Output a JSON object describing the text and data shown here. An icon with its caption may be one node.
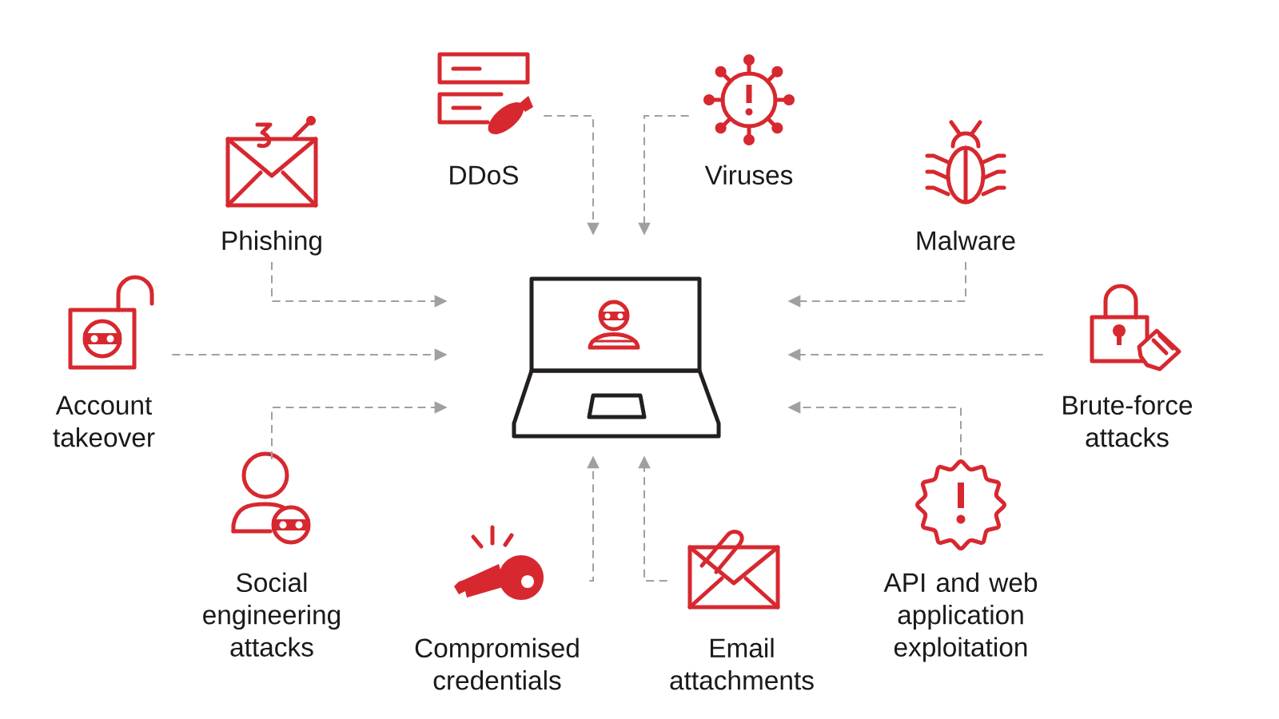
{
  "diagram": {
    "nodes": [
      {
        "text": [],
        "shape": "picture"
      },
      {
        "text": [
          "DDoS"
        ]
      },
      {
        "text": [
          "Viruses"
        ]
      },
      {
        "text": [
          "Phishing"
        ]
      },
      {
        "text": [
          "Malware"
        ]
      },
      {
        "text": [
          "Account takeover"
        ]
      },
      {
        "text": [
          "Brute-force attacks"
        ]
      },
      {
        "text": [
          "Social engineering attacks"
        ]
      },
      {
        "text": [
          "Compromised credentials"
        ]
      },
      {
        "text": [
          "Email attachments"
        ]
      },
      {
        "text": [
          "API and web application exploitation"
        ]
      }
    ],
    "edges": [
      {
        "from": 1,
        "to": 0,
        "arrow": "to",
        "style": "dashed"
      },
      {
        "from": 2,
        "to": 0,
        "arrow": "to",
        "style": "dashed"
      },
      {
        "from": 3,
        "to": 0,
        "arrow": "to",
        "style": "dashed"
      },
      {
        "from": 4,
        "to": 0,
        "arrow": "to",
        "style": "dashed"
      },
      {
        "from": 5,
        "to": 0,
        "arrow": "to",
        "style": "dashed"
      },
      {
        "from": 6,
        "to": 0,
        "arrow": "to",
        "style": "dashed"
      },
      {
        "from": 7,
        "to": 0,
        "arrow": "to",
        "style": "dashed"
      },
      {
        "from": 8,
        "to": 0,
        "arrow": "to",
        "style": "dashed"
      },
      {
        "from": 9,
        "to": 0,
        "arrow": "to",
        "style": "dashed"
      },
      {
        "from": 10,
        "to": 0,
        "arrow": "to",
        "style": "dashed"
      }
    ]
  }
}
